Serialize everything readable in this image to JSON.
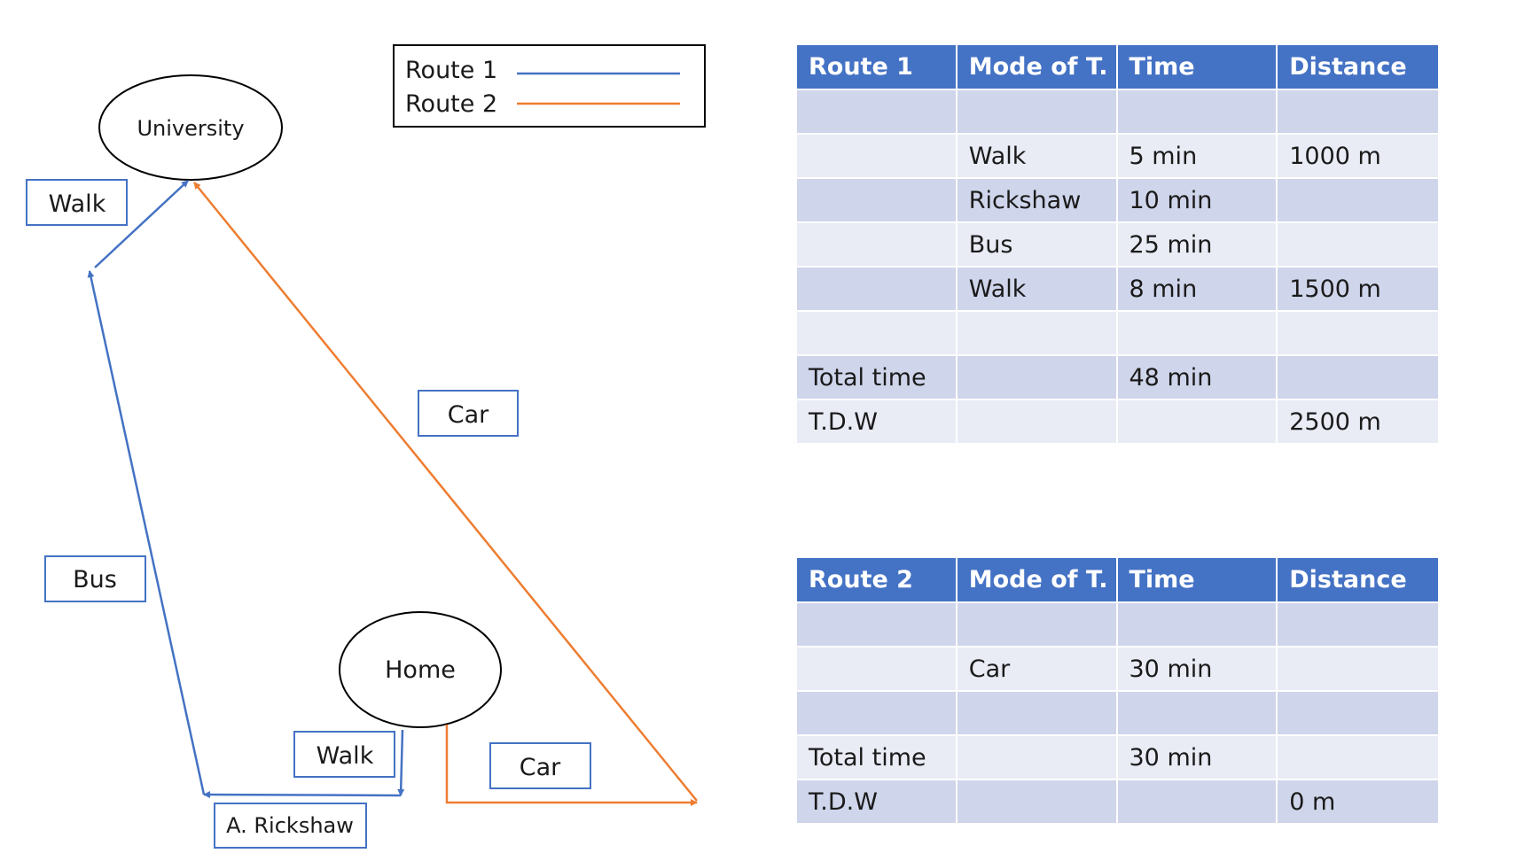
{
  "diagram": {
    "nodes": {
      "university": "University",
      "home": "Home"
    },
    "legend": {
      "route1": "Route 1",
      "route2": "Route 2"
    },
    "labels": {
      "walk_top": "Walk",
      "bus": "Bus",
      "rickshaw": "A. Rickshaw",
      "walk_bottom": "Walk",
      "car_top": "Car",
      "car_bottom": "Car"
    },
    "colors": {
      "route1": "#4472c4",
      "route2": "#ed7d31"
    }
  },
  "table1": {
    "headers": [
      "Route 1",
      "Mode of T.",
      "Time",
      "Distance"
    ],
    "rows": [
      [
        "",
        "",
        "",
        ""
      ],
      [
        "",
        "Walk",
        "5 min",
        "1000 m"
      ],
      [
        "",
        "Rickshaw",
        "10 min",
        ""
      ],
      [
        "",
        "Bus",
        "25 min",
        ""
      ],
      [
        "",
        "Walk",
        "8 min",
        "1500 m"
      ],
      [
        "",
        "",
        "",
        ""
      ],
      [
        "Total time",
        "",
        "48 min",
        ""
      ],
      [
        "T.D.W",
        "",
        "",
        "2500 m"
      ]
    ]
  },
  "table2": {
    "headers": [
      "Route 2",
      "Mode of T.",
      "Time",
      "Distance"
    ],
    "rows": [
      [
        "",
        "",
        "",
        ""
      ],
      [
        "",
        "Car",
        "30 min",
        ""
      ],
      [
        "",
        "",
        "",
        ""
      ],
      [
        "Total time",
        "",
        "30 min",
        ""
      ],
      [
        "T.D.W",
        "",
        "",
        "0 m"
      ]
    ]
  }
}
